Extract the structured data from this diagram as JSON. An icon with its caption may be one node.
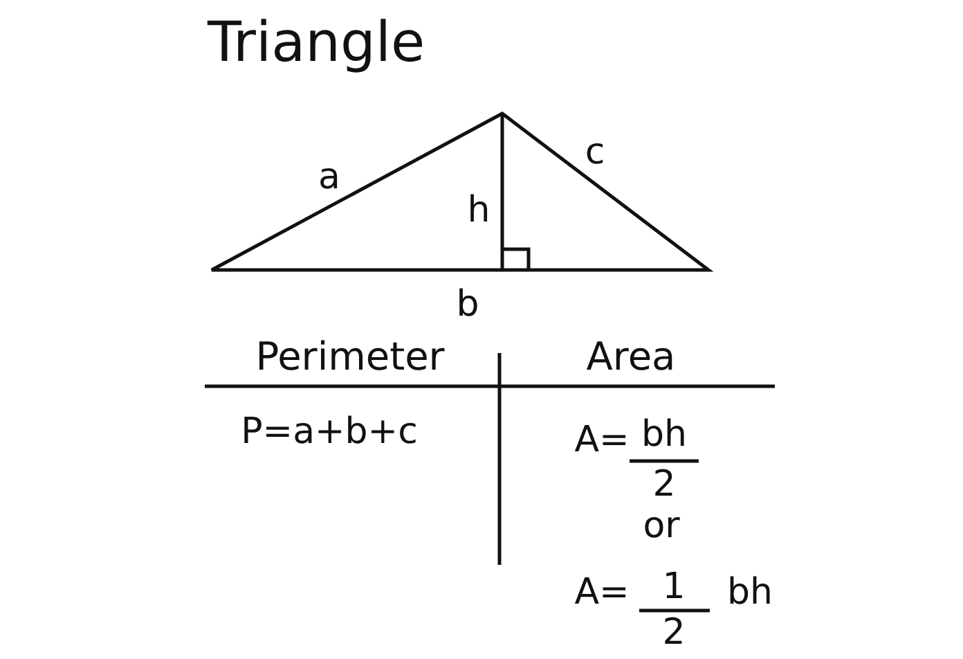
{
  "diagram": {
    "title": "Triangle",
    "labels": [
      "a",
      "c",
      "h",
      "b",
      "Perimeter",
      "Area",
      "P=a+b+c",
      "A=",
      "bh",
      "2",
      "or",
      "A=",
      "1",
      "2",
      "bh"
    ]
  }
}
